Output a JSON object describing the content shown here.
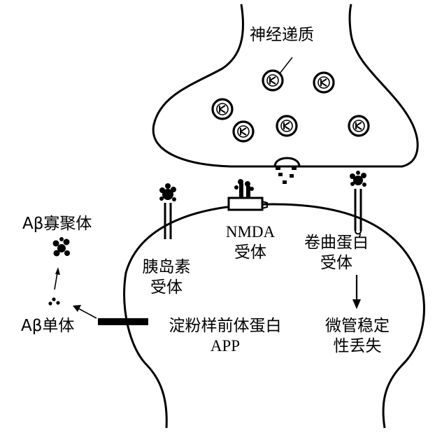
{
  "labels": {
    "neurotransmitter": "神经递质",
    "abeta_oligomer": "Aβ寡聚体",
    "nmda_receptor_line1": "NMDA",
    "nmda_receptor_line2": "受体",
    "curly_protein_receptor_line1": "卷曲蛋白",
    "curly_protein_receptor_line2": "受体",
    "insulin_receptor_line1": "胰岛素",
    "insulin_receptor_line2": "受体",
    "abeta_monomer": "Aβ单体",
    "app_line1": "淀粉样前体蛋白",
    "app_line2": "APP",
    "microtubule_line1": "微管稳定",
    "microtubule_line2": "性丢失"
  }
}
